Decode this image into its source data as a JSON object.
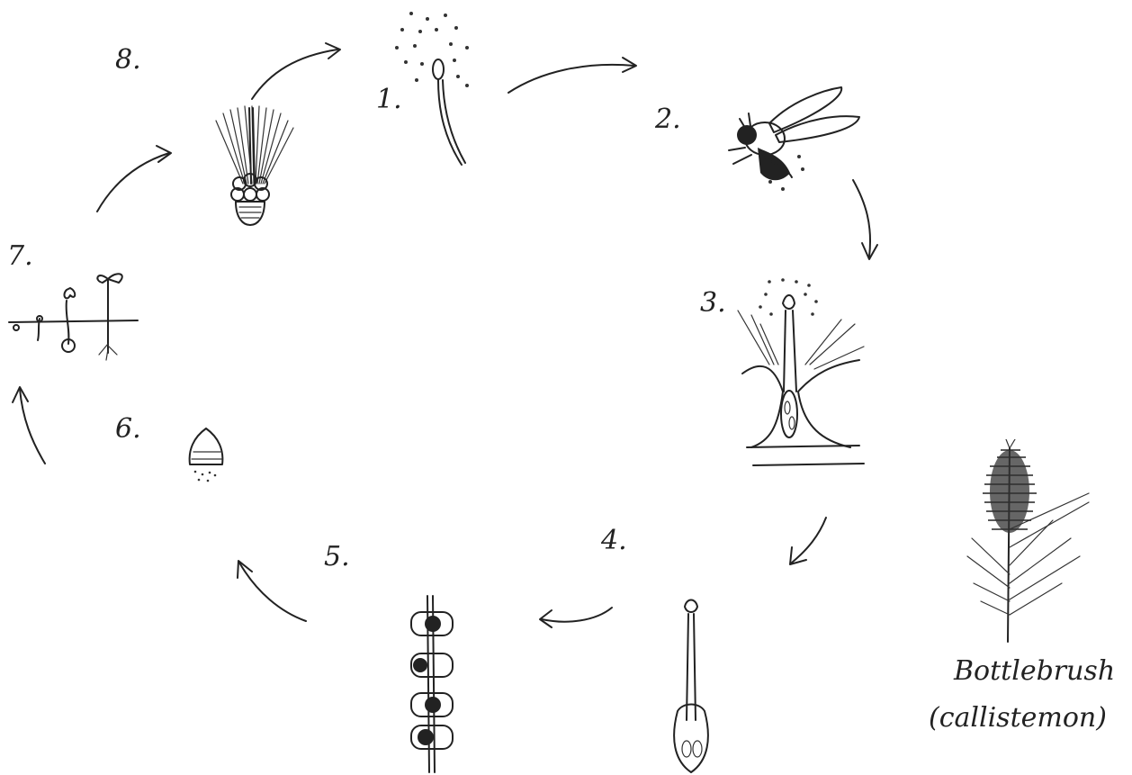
{
  "diagram": {
    "steps": [
      {
        "number": "1.",
        "icon": "pollen-stamen-icon"
      },
      {
        "number": "2.",
        "icon": "bee-icon"
      },
      {
        "number": "3.",
        "icon": "flower-pollination-icon"
      },
      {
        "number": "4.",
        "icon": "pistil-cross-section-icon"
      },
      {
        "number": "5.",
        "icon": "seed-capsules-stem-icon"
      },
      {
        "number": "6.",
        "icon": "seed-capsule-icon"
      },
      {
        "number": "7.",
        "icon": "seedlings-icon"
      },
      {
        "number": "8.",
        "icon": "mature-flower-icon"
      }
    ],
    "plant": {
      "name": "Bottlebrush",
      "scientific": "(callistemon)",
      "icon": "bottlebrush-plant-icon"
    },
    "ink_color": "#222222"
  }
}
